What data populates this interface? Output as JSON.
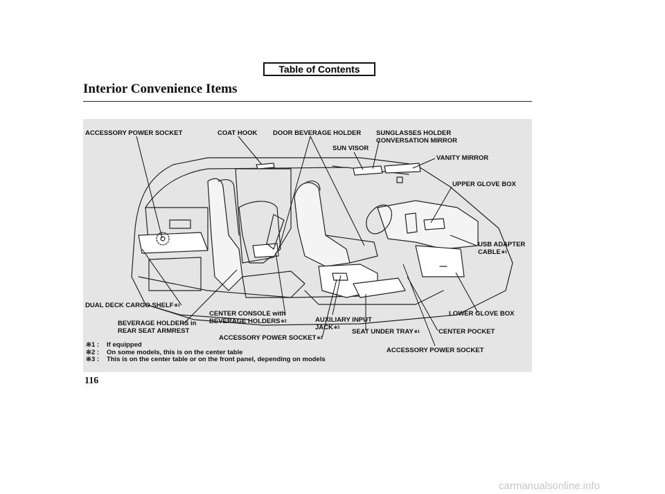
{
  "header": {
    "toc_label": "Table of Contents",
    "title": "Interior Convenience Items"
  },
  "labels": {
    "accessory_power_socket_top": "ACCESSORY POWER SOCKET",
    "coat_hook": "COAT HOOK",
    "door_beverage_holder": "DOOR BEVERAGE HOLDER",
    "sunglasses_holder": "SUNGLASSES HOLDER",
    "conversation_mirror": "CONVERSATION MIRROR",
    "sun_visor": "SUN VISOR",
    "vanity_mirror": "VANITY MIRROR",
    "upper_glove_box": "UPPER GLOVE BOX",
    "usb_adapter_1": "USB ADAPTER",
    "usb_adapter_2": "CABLE",
    "usb_adapter_sup": "※1",
    "dual_deck": "DUAL DECK CARGO SHELF",
    "dual_deck_sup": "※1",
    "center_console_1": "CENTER CONSOLE with",
    "center_console_2": "BEVERAGE HOLDERS",
    "center_console_sup": "※2",
    "aux_1": "AUXILIARY INPUT",
    "aux_2": "JACK",
    "aux_sup": "※3",
    "lower_glove_box": "LOWER GLOVE BOX",
    "beverage_rear_1": "BEVERAGE HOLDERS in",
    "beverage_rear_2": "REAR SEAT ARMREST",
    "seat_under_tray": "SEAT UNDER TRAY",
    "seat_under_tray_sup": "※1",
    "center_pocket": "CENTER POCKET",
    "accessory_power_socket_mid": "ACCESSORY POWER SOCKET",
    "accessory_power_socket_mid_sup": "※2",
    "accessory_power_socket_bottom": "ACCESSORY POWER SOCKET"
  },
  "legend": [
    {
      "mark": "※1 :",
      "text": "If equipped"
    },
    {
      "mark": "※2 :",
      "text": "On some models, this is on the center table"
    },
    {
      "mark": "※3 :",
      "text": "This is on the center table or on the front panel, depending on models"
    }
  ],
  "page_number": "116",
  "watermark": "carmanualsonline.info"
}
